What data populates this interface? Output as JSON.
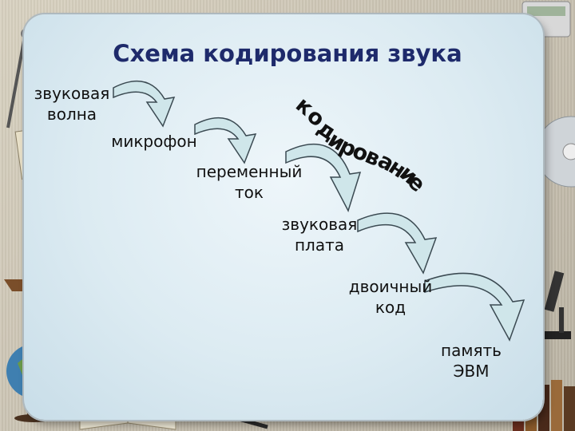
{
  "title": "Схема кодирования звука",
  "steps": [
    {
      "lines": [
        "звуковая",
        "волна"
      ]
    },
    {
      "lines": [
        "микрофон"
      ]
    },
    {
      "lines": [
        "переменный",
        "ток"
      ]
    },
    {
      "lines": [
        "звуковая",
        "плата"
      ]
    },
    {
      "lines": [
        "двоичный",
        "код"
      ]
    },
    {
      "lines": [
        "память",
        "ЭВМ"
      ]
    }
  ],
  "diagonal_label": "кодирование",
  "colors": {
    "title": "#1e2a6b",
    "arrow_fill": "#cfe6ea",
    "arrow_stroke": "#3b4a52"
  }
}
